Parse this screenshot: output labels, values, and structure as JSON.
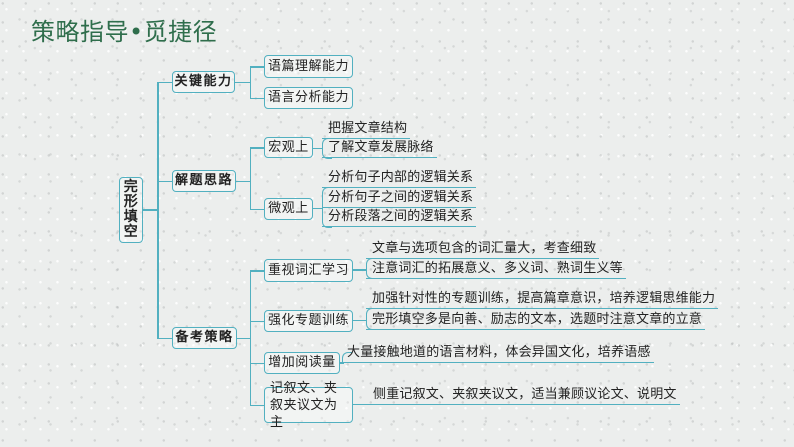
{
  "title": "策略指导•觅捷径",
  "colors": {
    "title": "#2f6e4c",
    "line": "#52b0c0",
    "text": "#222222",
    "background": "#eceeed"
  },
  "root": {
    "label": "完形填空"
  },
  "branches": [
    {
      "label": "关键能力",
      "children": [
        {
          "label": "语篇理解能力"
        },
        {
          "label": "语言分析能力"
        }
      ]
    },
    {
      "label": "解题思路",
      "children": [
        {
          "label": "宏观上",
          "leaves": [
            "把握文章结构",
            "了解文章发展脉络"
          ]
        },
        {
          "label": "微观上",
          "leaves": [
            "分析句子内部的逻辑关系",
            "分析句子之间的逻辑关系",
            "分析段落之间的逻辑关系"
          ]
        }
      ]
    },
    {
      "label": "备考策略",
      "children": [
        {
          "label": "重视词汇学习",
          "leaves": [
            "文章与选项包含的词汇量大，考查细致",
            "注意词汇的拓展意义、多义词、熟词生义等"
          ]
        },
        {
          "label": "强化专题训练",
          "leaves": [
            "加强针对性的专题训练，提高篇章意识，培养逻辑思维能力",
            "完形填空多是向善、励志的文本，选题时注意文章的立意"
          ]
        },
        {
          "label": "增加阅读量",
          "leaves": [
            "大量接触地道的语言材料，体会异国文化，培养语感"
          ]
        },
        {
          "label": "记叙文、夹叙夹议文为主",
          "leaves": [
            "侧重记叙文、夹叙夹议文，适当兼顾议论文、说明文"
          ]
        }
      ]
    }
  ]
}
